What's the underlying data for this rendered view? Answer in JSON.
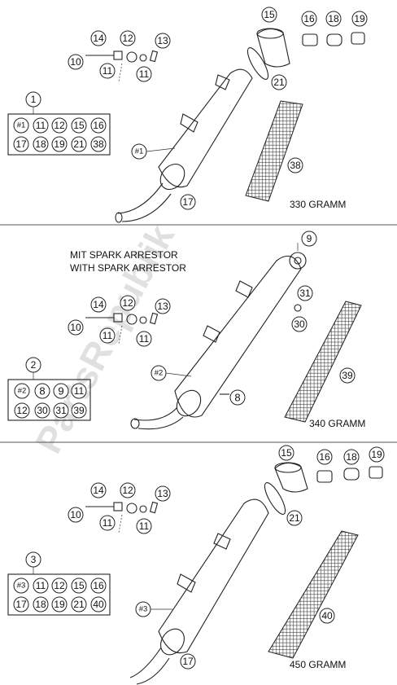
{
  "section1": {
    "group_number": "1",
    "group_items": [
      "#1",
      "11",
      "12",
      "15",
      "16",
      "17",
      "18",
      "19",
      "21",
      "38"
    ],
    "callouts": [
      "14",
      "12",
      "13",
      "10",
      "11",
      "11",
      "15",
      "16",
      "18",
      "19",
      "21",
      "#1",
      "17",
      "38"
    ],
    "weight_label": "330 GRAMM"
  },
  "section2": {
    "title_line1": "MIT SPARK ARRESTOR",
    "title_line2": "WITH SPARK ARRESTOR",
    "group_number": "2",
    "group_items": [
      "#2",
      "8",
      "9",
      "11",
      "12",
      "30",
      "31",
      "39"
    ],
    "callouts": [
      "9",
      "31",
      "30",
      "14",
      "12",
      "13",
      "10",
      "11",
      "11",
      "#2",
      "8",
      "39"
    ],
    "weight_label": "340 GRAMM"
  },
  "section3": {
    "group_number": "3",
    "group_items": [
      "#3",
      "11",
      "12",
      "15",
      "16",
      "17",
      "18",
      "19",
      "21",
      "40"
    ],
    "callouts": [
      "15",
      "16",
      "18",
      "19",
      "14",
      "12",
      "13",
      "10",
      "11",
      "11",
      "21",
      "#3",
      "17",
      "40"
    ],
    "weight_label": "450 GRAMM"
  },
  "watermark": "PartsRepublik"
}
